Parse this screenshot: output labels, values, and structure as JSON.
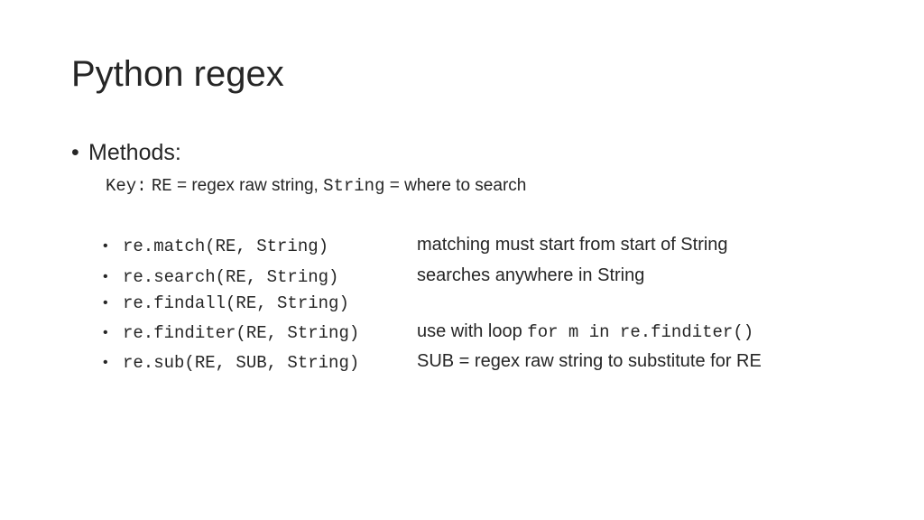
{
  "slide": {
    "title": "Python regex",
    "bullet": "•",
    "sub_bullet": "•",
    "main_item": "Methods:",
    "key": {
      "label": "Key:",
      "re_token": "RE",
      "re_text": " = regex raw string, ",
      "string_token": "String",
      "string_text": " = where to search"
    },
    "methods": [
      {
        "signature": "re.match(RE, String)",
        "description_text": "matching must start from start of String",
        "description_code": ""
      },
      {
        "signature": "re.search(RE, String)",
        "description_text": "searches anywhere in String",
        "description_code": ""
      },
      {
        "signature": "re.findall(RE, String)",
        "description_text": "",
        "description_code": ""
      },
      {
        "signature": "re.finditer(RE, String)",
        "description_text": "use with loop ",
        "description_code": "for m in re.finditer()"
      },
      {
        "signature": "re.sub(RE, SUB, String)",
        "description_text": "SUB = regex raw string to substitute for RE",
        "description_code": ""
      }
    ]
  }
}
